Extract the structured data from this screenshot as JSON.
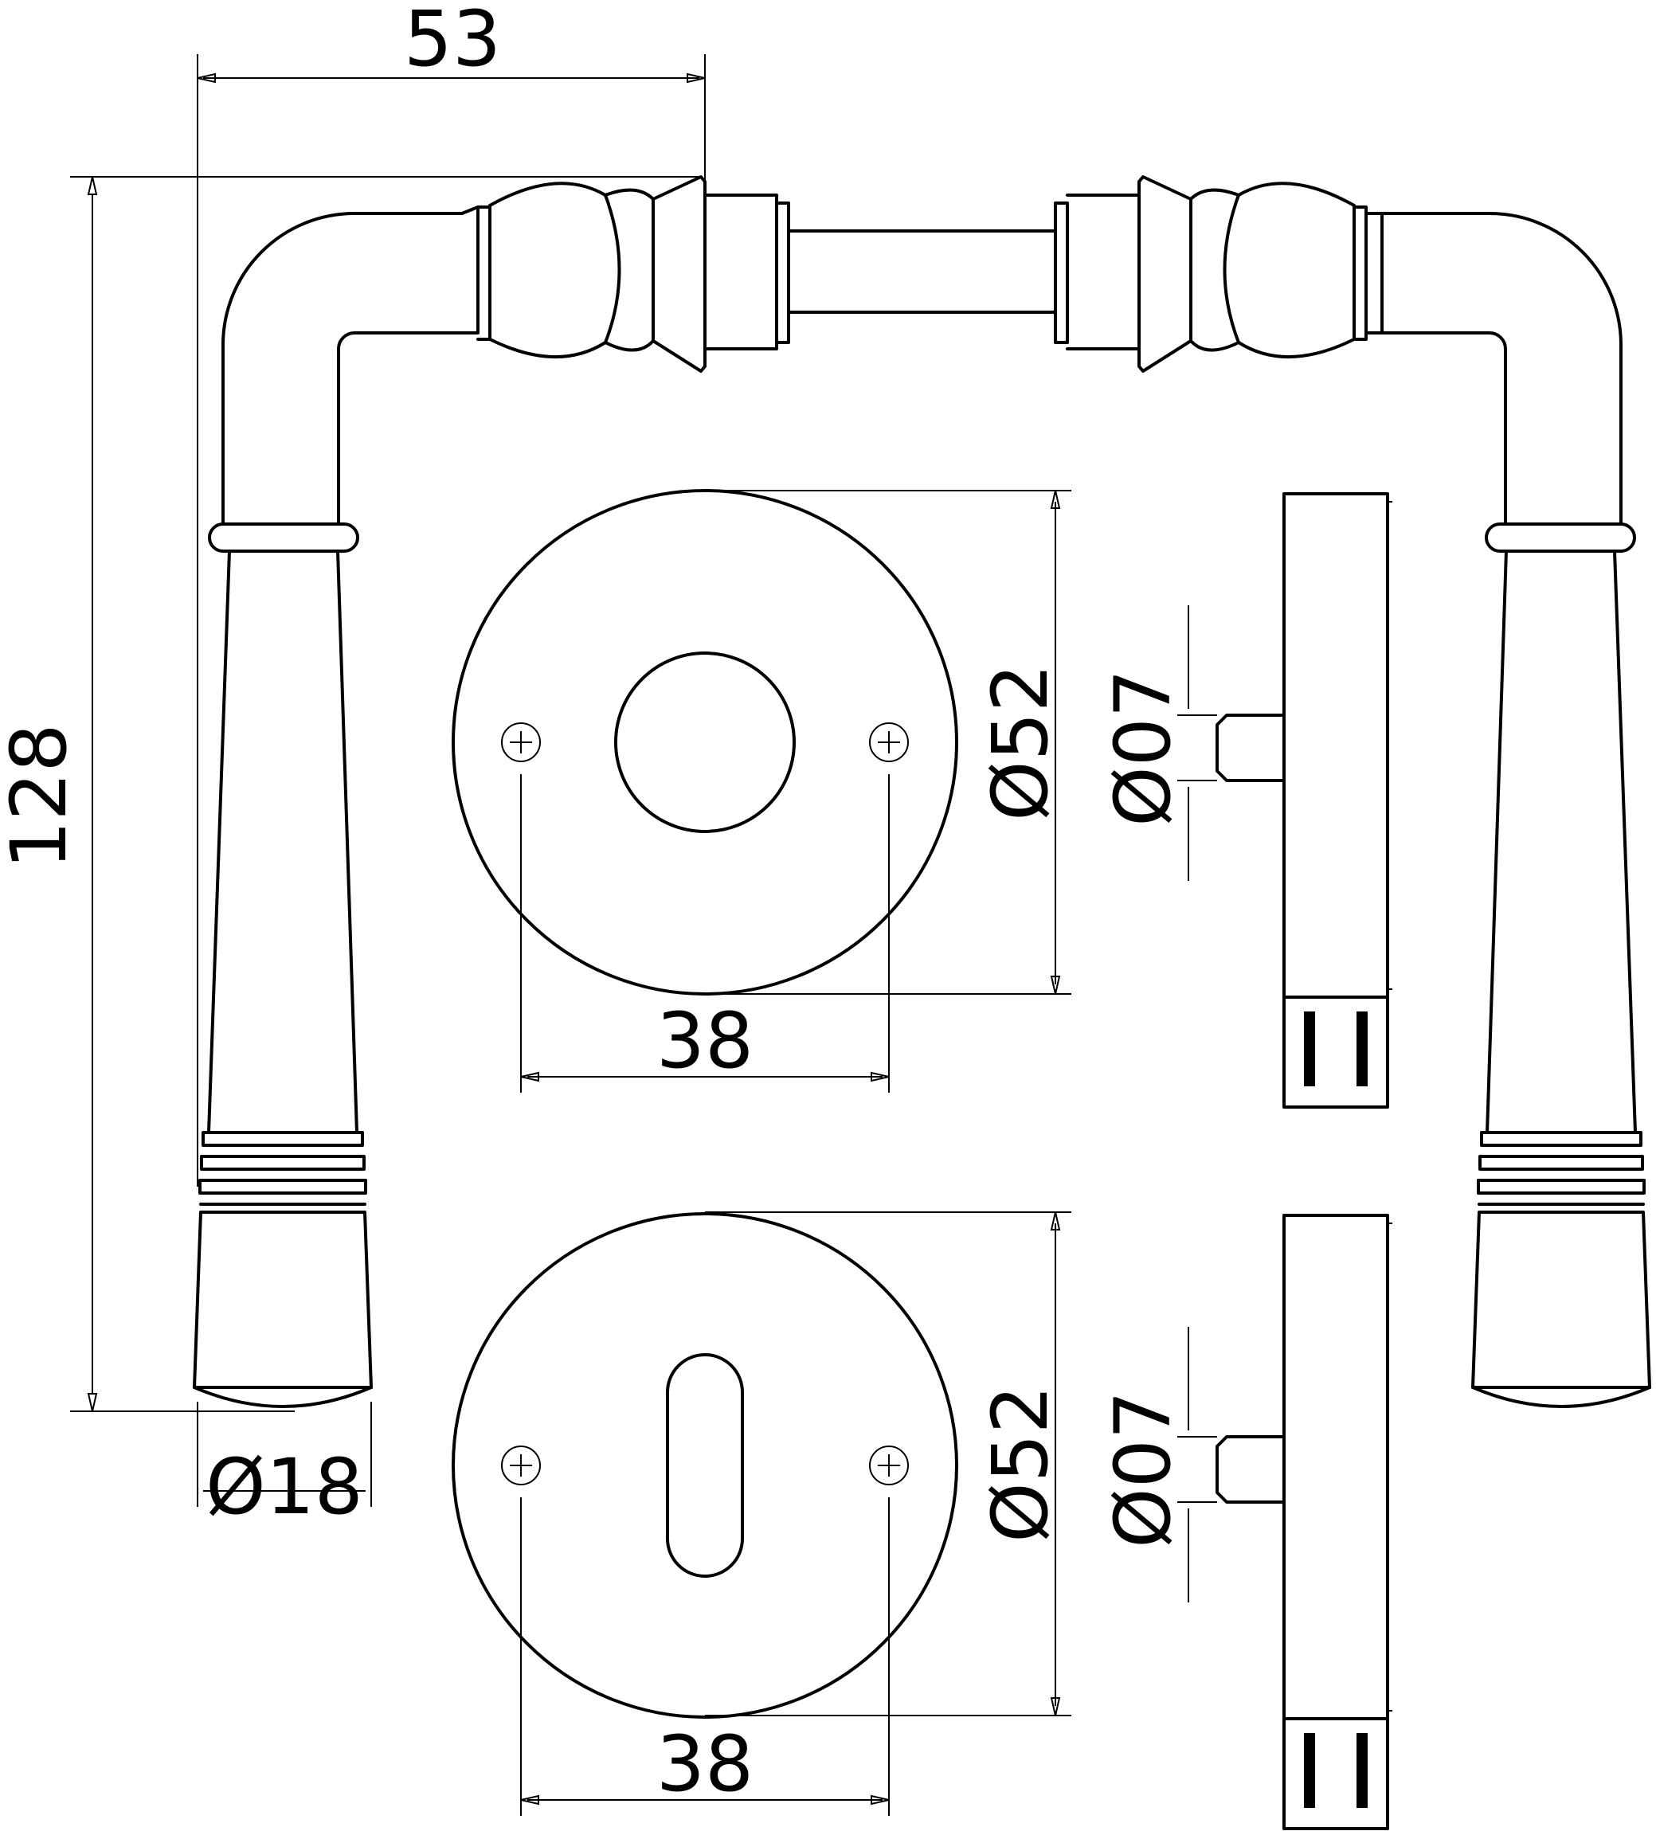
{
  "dimensions": {
    "overall_width": "53",
    "overall_height": "128",
    "handle_end_diameter": "Ø18",
    "rose_top_diameter": "Ø52",
    "rose_top_screw_spacing": "38",
    "spindle_top_diameter": "Ø07",
    "rose_bottom_diameter": "Ø52",
    "rose_bottom_screw_spacing": "38",
    "spindle_bottom_diameter": "Ø07"
  },
  "colors": {
    "line": "#000000",
    "background": "#ffffff"
  }
}
